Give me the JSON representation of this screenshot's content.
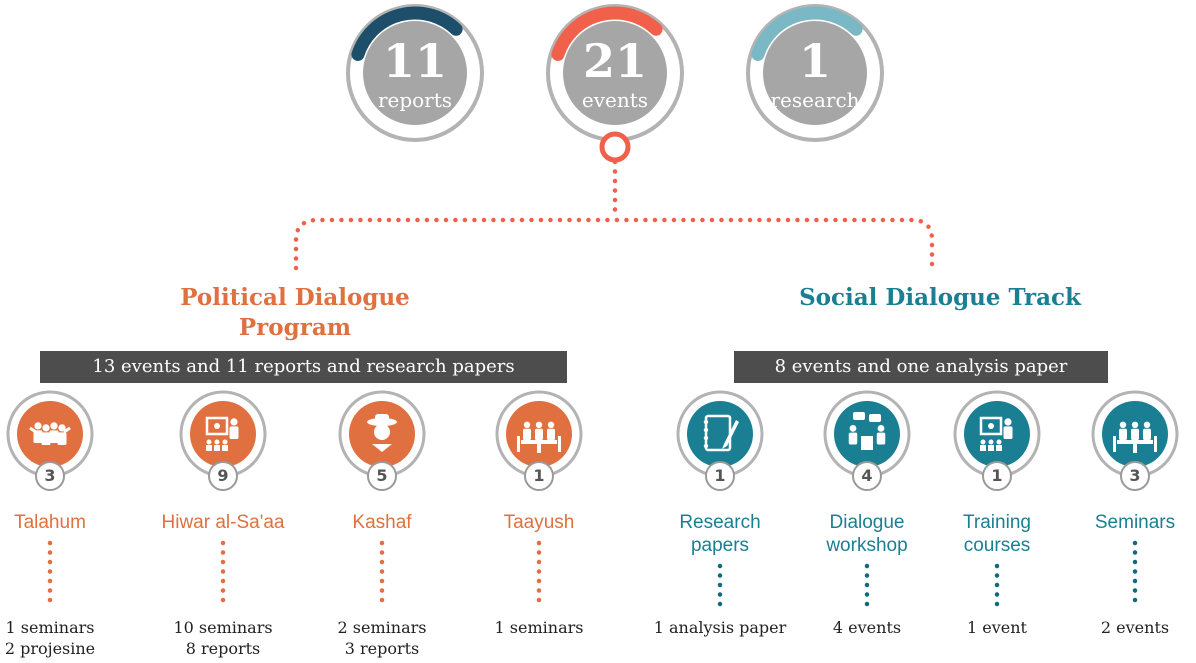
{
  "colors": {
    "political": "#e0703f",
    "social": "#1b7f94",
    "stat_gray": "#a6a6a6",
    "ring_gray": "#b3b3b3",
    "banner": "#4d4d4d",
    "dot_social": "#0f6a80",
    "badge_text": "#555555"
  },
  "stats": [
    {
      "number": "11",
      "label": "reports",
      "accent": "#1d4f6b",
      "fraction": 0.2
    },
    {
      "number": "21",
      "label": "events",
      "accent": "#f0604a",
      "fraction": 0.2
    },
    {
      "number": "1",
      "label": "research",
      "accent": "#7ab8c6",
      "fraction": 0.2
    }
  ],
  "political": {
    "title_line1": "Political Dialogue",
    "title_line2": "Program",
    "banner": "13 events and 11 reports and research papers",
    "programs": [
      {
        "icon": "group-people-icon",
        "count": "3",
        "label_lines": [
          "Talahum"
        ],
        "stats": [
          "1 seminars",
          "2 projesine"
        ]
      },
      {
        "icon": "presentation-board-icon",
        "count": "9",
        "label_lines": [
          "Hiwar al-Sa'aa"
        ],
        "stats": [
          "10 seminars",
          "8 reports"
        ]
      },
      {
        "icon": "scout-person-icon",
        "count": "5",
        "label_lines": [
          "Kashaf"
        ],
        "stats": [
          "2 seminars",
          "3 reports"
        ]
      },
      {
        "icon": "meeting-table-icon",
        "count": "1",
        "label_lines": [
          "Taayush"
        ],
        "stats": [
          "1 seminars"
        ]
      }
    ]
  },
  "social": {
    "title": "Social Dialogue Track",
    "banner": "8 events and one analysis paper",
    "programs": [
      {
        "icon": "notebook-pen-icon",
        "count": "1",
        "label_lines": [
          "Research",
          "papers"
        ],
        "stats": [
          "1 analysis paper"
        ]
      },
      {
        "icon": "dialogue-workshop-icon",
        "count": "4",
        "label_lines": [
          "Dialogue",
          "workshop"
        ],
        "stats": [
          "4 events"
        ]
      },
      {
        "icon": "presentation-board-icon",
        "count": "1",
        "label_lines": [
          "Training",
          "courses"
        ],
        "stats": [
          "1 event"
        ]
      },
      {
        "icon": "meeting-table-icon",
        "count": "3",
        "label_lines": [
          "Seminars"
        ],
        "stats": [
          "2 events"
        ]
      }
    ]
  }
}
